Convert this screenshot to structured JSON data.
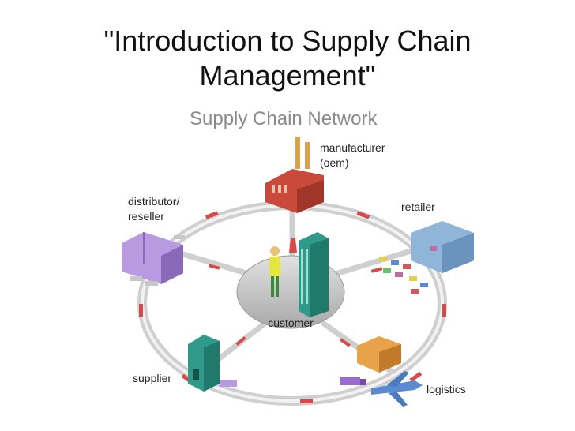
{
  "slide": {
    "title_line1": "\"Introduction to Supply Chain",
    "title_line2": "Management\"",
    "subtitle": "Supply Chain Network"
  },
  "diagram": {
    "center": {
      "label": "customer"
    },
    "nodes": [
      {
        "id": "manufacturer",
        "label_line1": "manufacturer",
        "label_line2": "(oem)",
        "icon": "factory-icon"
      },
      {
        "id": "retailer",
        "label_line1": "retailer",
        "icon": "store-icon"
      },
      {
        "id": "logistics",
        "label_line1": "logistics",
        "icon": "airplane-icon"
      },
      {
        "id": "supplier",
        "label_line1": "supplier",
        "icon": "warehouse-icon"
      },
      {
        "id": "distributor",
        "label_line1": "distributor/",
        "label_line2": "reseller",
        "icon": "distribution-center-icon"
      }
    ],
    "colors": {
      "ring": "#d4d4d4",
      "hub": "#c2c2c2",
      "arrows": "#d84a4a",
      "building_green": "#2f9a8a",
      "building_purple": "#b99ae0",
      "factory_red": "#c94a3a",
      "store_blue": "#8fb5d8",
      "warehouse_orange": "#e8a24a"
    }
  }
}
